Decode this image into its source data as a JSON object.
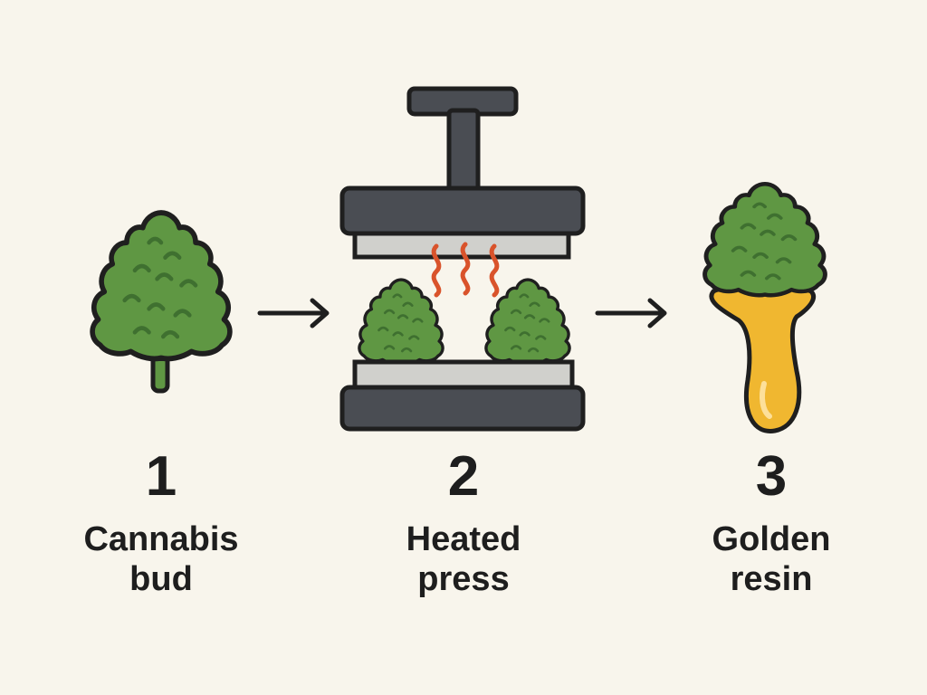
{
  "steps": [
    {
      "number": "1",
      "caption_line1": "Cannabis",
      "caption_line2": "bud",
      "icon": "cannabis-bud-icon"
    },
    {
      "number": "2",
      "caption_line1": "Heated",
      "caption_line2": "press",
      "icon": "heated-press-icon"
    },
    {
      "number": "3",
      "caption_line1": "Golden",
      "caption_line2": "resin",
      "icon": "golden-resin-icon"
    }
  ],
  "colors": {
    "background": "#f8f5ec",
    "leaf_green": "#5f9743",
    "leaf_dark": "#3f7030",
    "outline": "#1f1f1f",
    "press_dark": "#4a4d53",
    "press_plate": "#d0d0cc",
    "heat": "#d9532b",
    "resin": "#f0b730",
    "resin_highlight": "#fde09a"
  }
}
